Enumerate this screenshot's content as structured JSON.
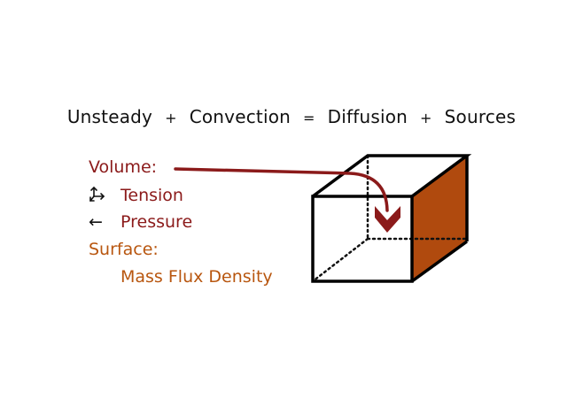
{
  "equation": {
    "terms": [
      "Unsteady",
      "Convection",
      "Diffusion",
      "Sources"
    ],
    "operators": [
      "+",
      "=",
      "+"
    ]
  },
  "legend": {
    "volume_label": "Volume:",
    "tension_label": "Tension",
    "pressure_symbol": "←",
    "pressure_label": "Pressure",
    "surface_label": "Surface:",
    "flux_label": "Mass Flux Density"
  },
  "colors": {
    "volume": "#8b1a1a",
    "surface": "#b8560f",
    "face_fill": "#b04a0e",
    "text": "#111111"
  }
}
